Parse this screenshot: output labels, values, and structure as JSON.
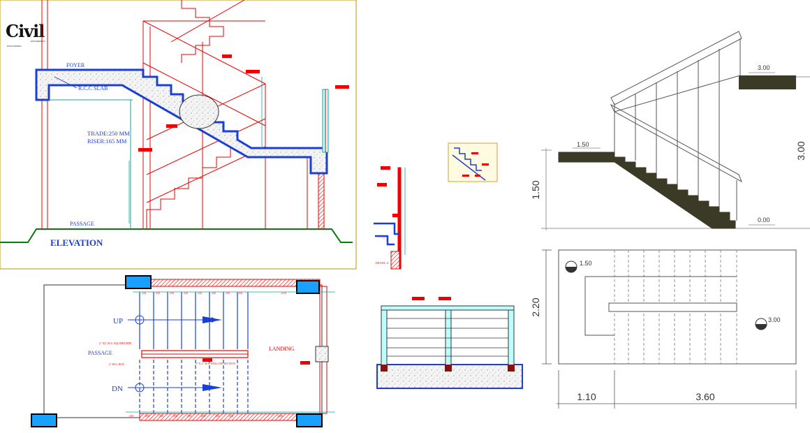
{
  "logo": {
    "text": "Civil",
    "sub": "ENGINEERING",
    "sub2": "DISCOVERIES"
  },
  "elevation": {
    "title": "ELEVATION",
    "foyer": "FOYER",
    "slab": "R.C.C SLAB",
    "trade": "TRADE:250 MM",
    "riser": "RISER:165 MM",
    "passage": "PASSAGE"
  },
  "plan": {
    "up": "UP",
    "dn": "DN",
    "passage": "PASSAGE",
    "landing": "LANDING",
    "note_square": "2\" X2\" M.S. SQUARE PIPE",
    "note_box": "2\" M.S. BOX",
    "note_hollow": "2\" X 2\" M.S. HOLLOW SECTION",
    "top_dims": [
      "250",
      "250",
      "250",
      "250",
      "250",
      "250",
      "250",
      "250",
      "1210"
    ],
    "bottom_dims": [
      "250",
      "250",
      "250",
      "250",
      "250",
      "250",
      "250",
      "250",
      "1200"
    ]
  },
  "detail": {
    "label": "DETAIL-A"
  },
  "right_section": {
    "level_top": "3.00",
    "level_mid": "1.50",
    "level_bottom": "0.00",
    "dim_left": "1.50",
    "dim_right": "3.00"
  },
  "right_plan": {
    "level_a": "1.50",
    "level_b": "3.00",
    "dim_height": "2.20",
    "dim_left": "1.10",
    "dim_right": "3.60"
  }
}
